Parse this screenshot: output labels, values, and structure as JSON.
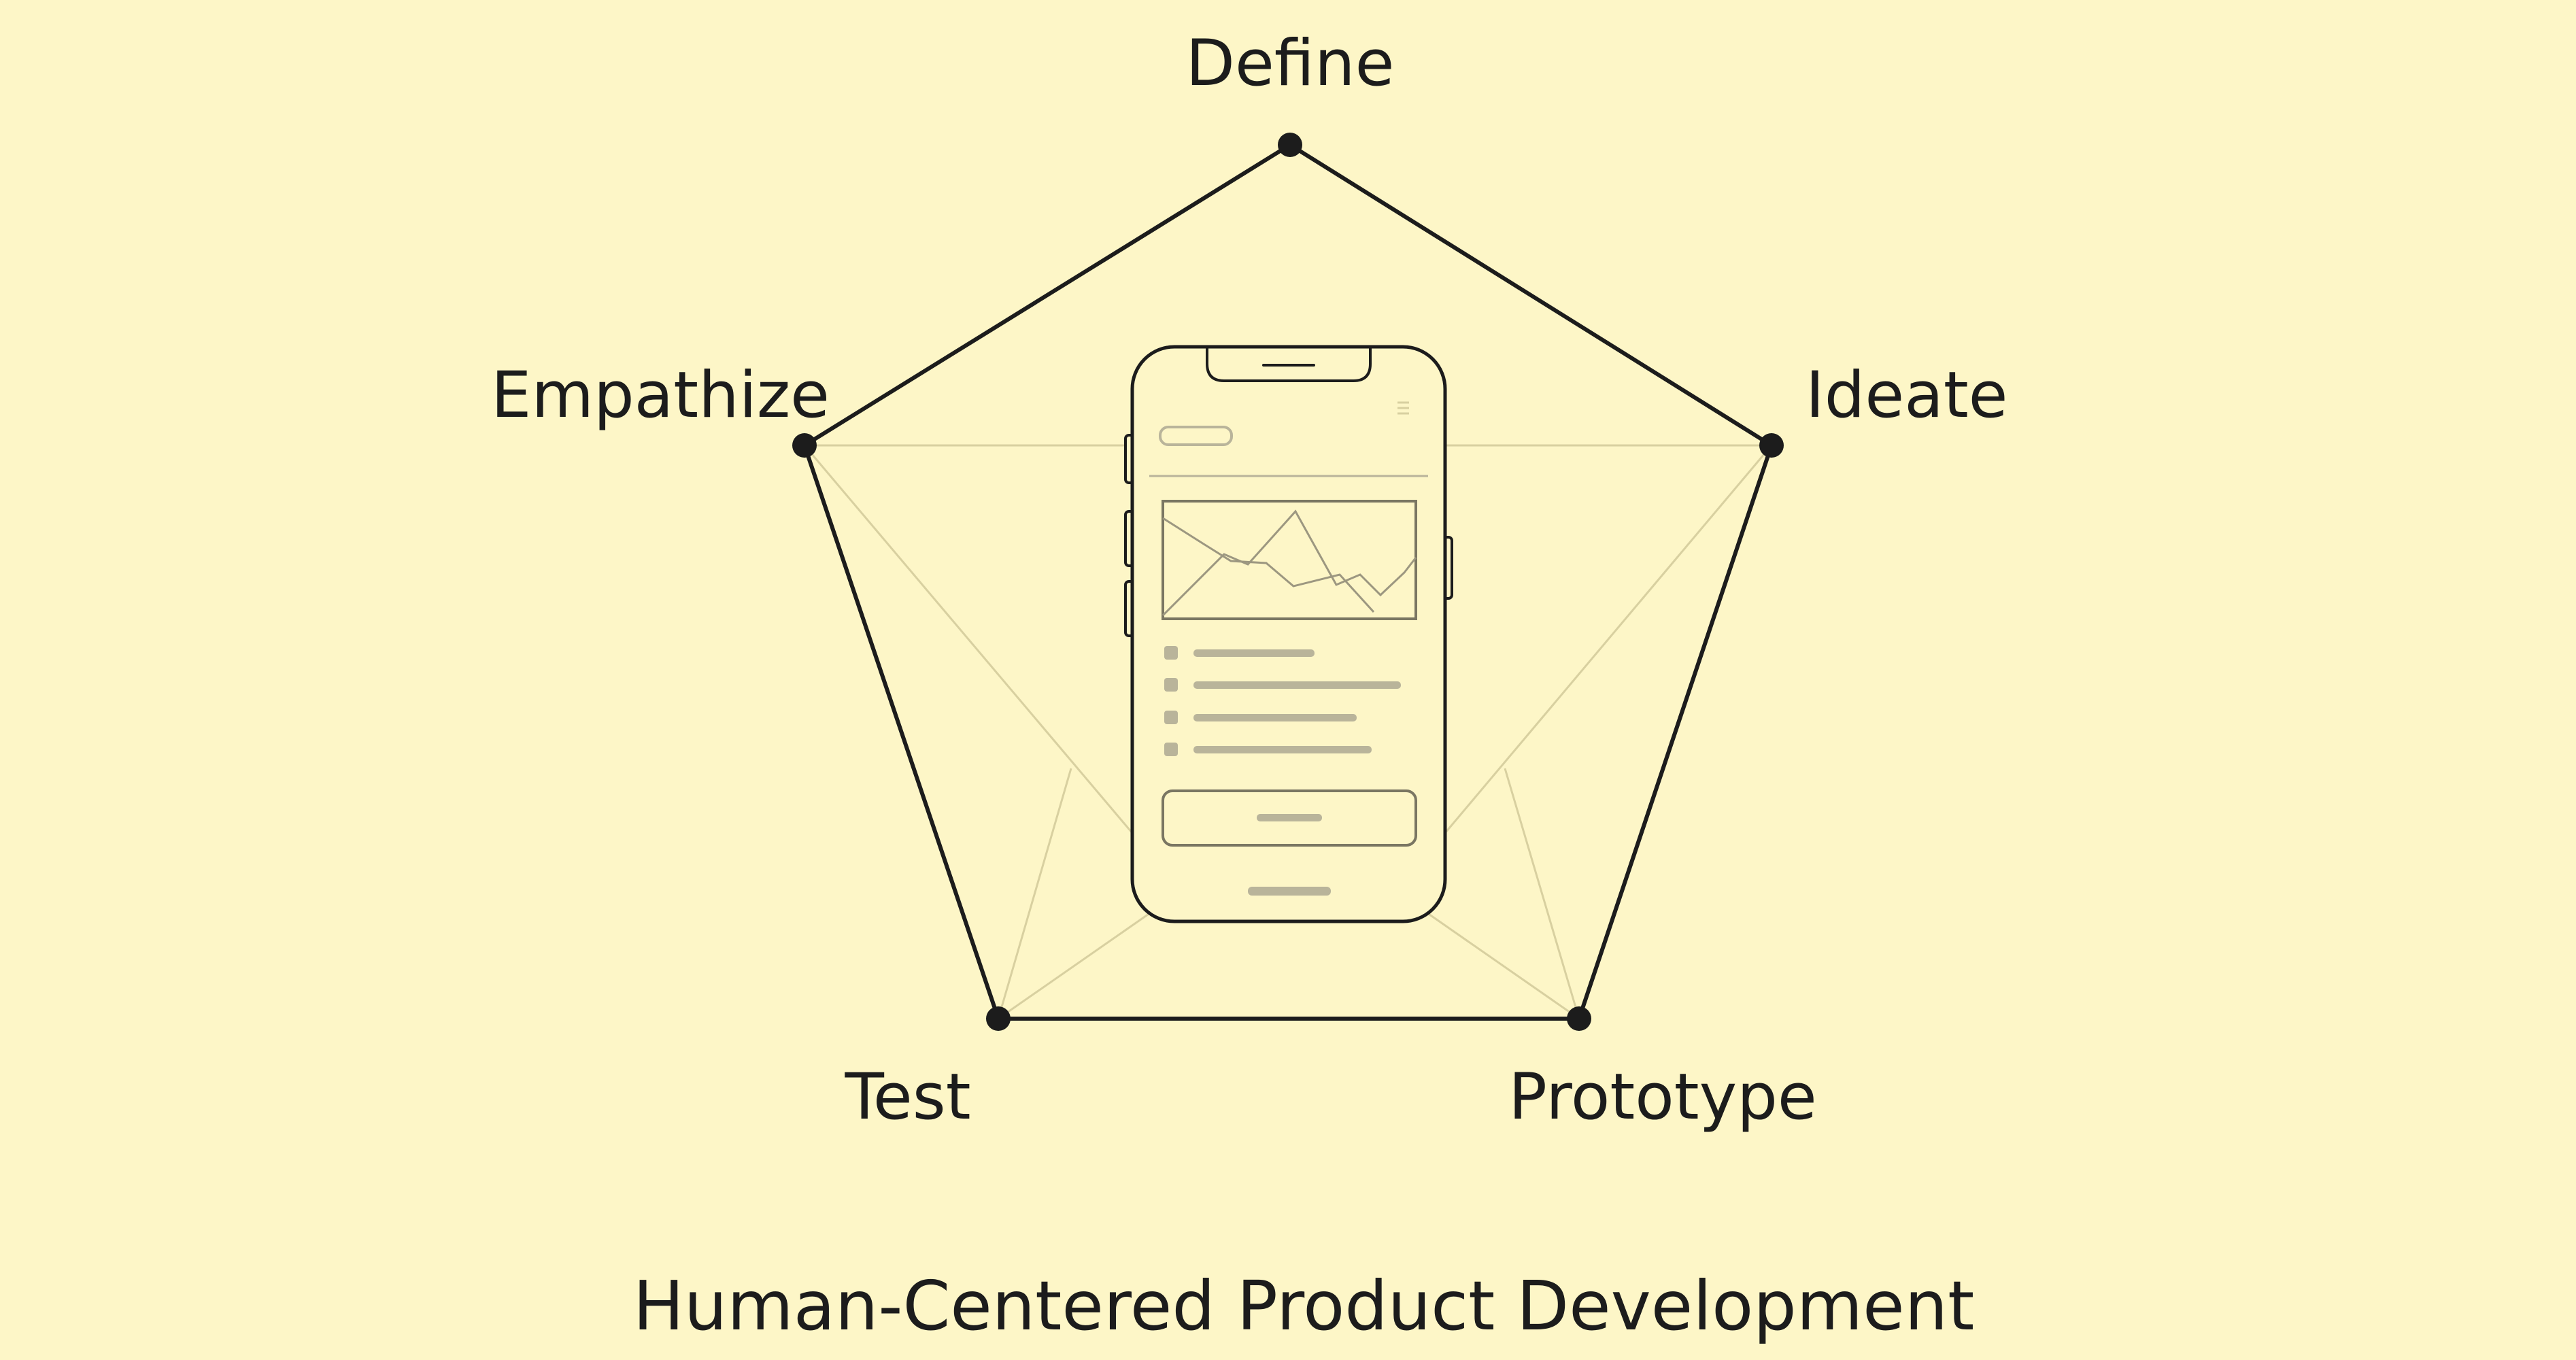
{
  "stages": [
    {
      "id": "define",
      "label": "Define"
    },
    {
      "id": "ideate",
      "label": "Ideate"
    },
    {
      "id": "prototype",
      "label": "Prototype"
    },
    {
      "id": "test",
      "label": "Test"
    },
    {
      "id": "empathize",
      "label": "Empathize"
    }
  ],
  "caption": "Human-Centered Product Development",
  "colors": {
    "background": "#fdf6c7",
    "ink": "#1c1c1c",
    "faint_line": "#d8d0a0",
    "phone_fill": "#fdf6c7",
    "phone_detail": "#b9b49a"
  },
  "center_illustration": "smartphone-wireframe"
}
